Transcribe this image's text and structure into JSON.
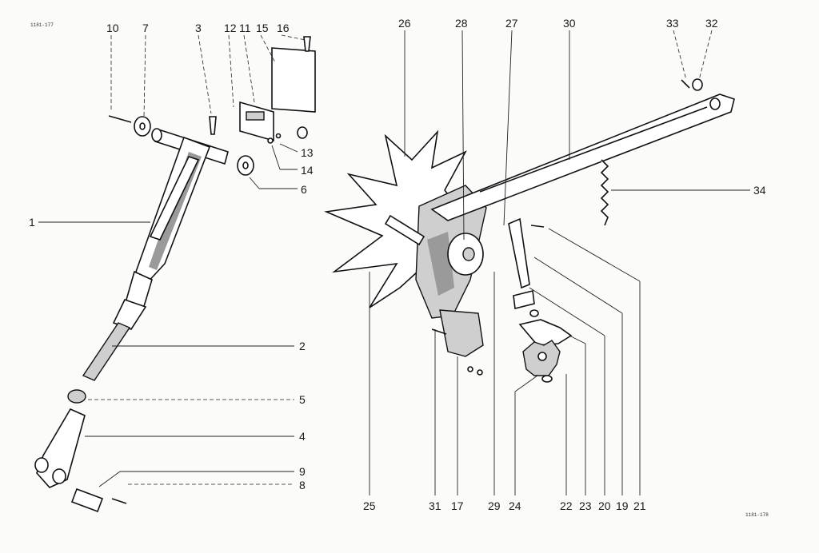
{
  "drawing": {
    "ref_left": "1181-177",
    "ref_right": "1181-178",
    "colors": {
      "ink": "#111111",
      "paper": "#fbfbf9",
      "shading": "#9a9a9a"
    }
  },
  "callouts": {
    "n1": "1",
    "n2": "2",
    "n3": "3",
    "n4": "4",
    "n5": "5",
    "n6": "6",
    "n7": "7",
    "n8": "8",
    "n9": "9",
    "n10": "10",
    "n11": "11",
    "n12": "12",
    "n13": "13",
    "n14": "14",
    "n15": "15",
    "n16": "16",
    "n17": "17",
    "n19": "19",
    "n20": "20",
    "n21": "21",
    "n22": "22",
    "n23": "23",
    "n24": "24",
    "n25": "25",
    "n26": "26",
    "n27": "27",
    "n28": "28",
    "n29": "29",
    "n30": "30",
    "n31": "31",
    "n32": "32",
    "n33": "33",
    "n34": "34"
  }
}
